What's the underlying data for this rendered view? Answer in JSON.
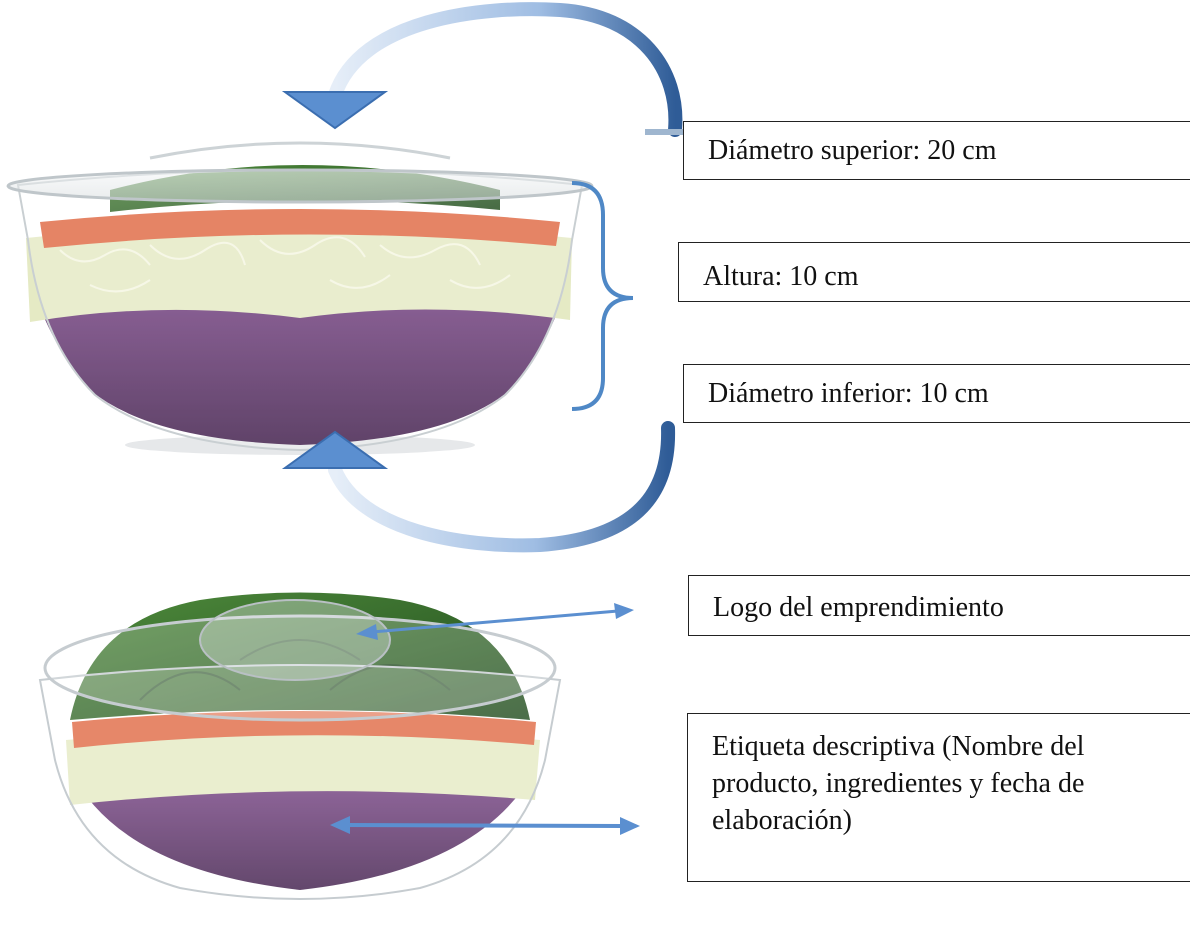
{
  "labels": {
    "top_diameter": "Diámetro superior: 20 cm",
    "height": "Altura: 10 cm",
    "bottom_diameter": "Diámetro inferior: 10 cm",
    "logo": "Logo del emprendimiento",
    "descriptive_label": "Etiqueta descriptiva (Nombre del producto, ingredientes y fecha de elaboración)"
  },
  "colors": {
    "arrow_blue": "#5b8fd0",
    "arrow_dark": "#2f5c97",
    "bracket_blue": "#4f88c6",
    "tomato": "#e0623c",
    "cabbage_light": "#e8ecc8",
    "cabbage_purple": "#5d2a68",
    "spinach": "#2f6a2a"
  }
}
